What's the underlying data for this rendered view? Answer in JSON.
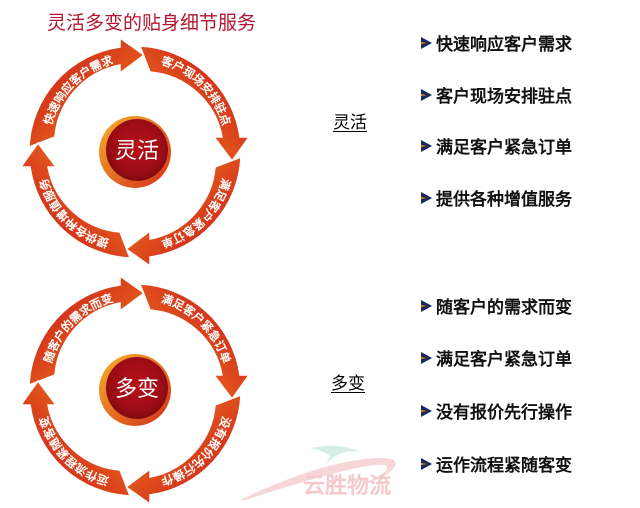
{
  "title": "灵活多变的贴身细节服务",
  "colors": {
    "title": "#b3162c",
    "ring_red": "#c3121c",
    "ring_orange": "#f5a623",
    "center_fill": "#a50d16",
    "center_ring": "#f08a1c",
    "bullet_arrow": "#1a2a5a",
    "watermark": "#f4c9cc"
  },
  "cycles": [
    {
      "center_label": "灵活",
      "segments": [
        "快速响应客户需求",
        "客户现场安排驻点",
        "满足客户紧急订单",
        "提供各种增值服务"
      ]
    },
    {
      "center_label": "多变",
      "segments": [
        "随客户的需求而变",
        "满足客户紧急订单",
        "没有报价先行操作",
        "运作流程紧随客变"
      ]
    }
  ],
  "groups": [
    {
      "label": "灵活",
      "items": [
        "快速响应客户需求",
        "客户现场安排驻点",
        "满足客户紧急订单",
        "提供各种增值服务"
      ]
    },
    {
      "label": "多变",
      "items": [
        "随客户的需求而变",
        "满足客户紧急订单",
        "没有报价先行操作",
        "运作流程紧随客变"
      ]
    }
  ],
  "watermark": {
    "text": "云胜物流",
    "icon": "swoosh-logo-icon"
  }
}
